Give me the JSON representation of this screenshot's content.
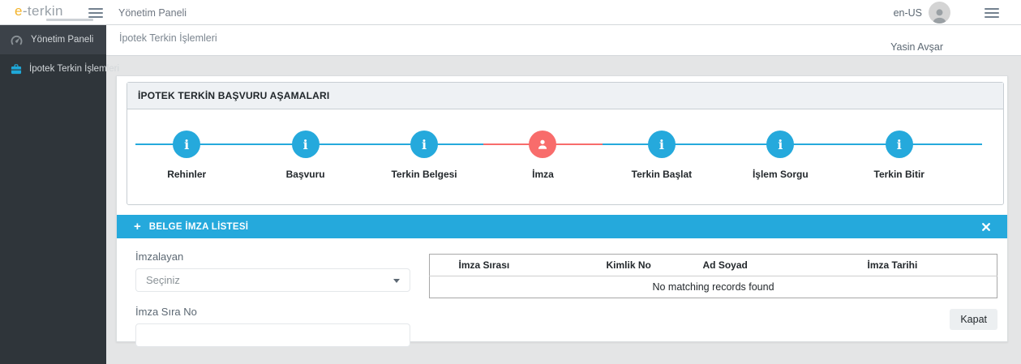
{
  "navbar": {
    "logo": {
      "accent": "e",
      "rest": "-terkin"
    },
    "page_title": "Yönetim Paneli",
    "language": "en-US"
  },
  "sidebar": {
    "items": [
      {
        "label": "Yönetim Paneli",
        "icon": "tachometer-icon"
      },
      {
        "label": "İpotek Terkin İşlemleri",
        "icon": "briefcase-icon"
      }
    ]
  },
  "breadcrumb": {
    "current": "İpotek Terkin İşlemleri"
  },
  "user": {
    "name": "Yasin Avşar"
  },
  "stepper": {
    "title": "İPOTEK TERKİN BAŞVURU AŞAMALARI",
    "info_glyph": "i",
    "steps": [
      {
        "label": "Rehinler",
        "status": "info"
      },
      {
        "label": "Başvuru",
        "status": "info"
      },
      {
        "label": "Terkin Belgesi",
        "status": "info"
      },
      {
        "label": "İmza",
        "status": "current"
      },
      {
        "label": "Terkin Başlat",
        "status": "info"
      },
      {
        "label": "İşlem Sorgu",
        "status": "info"
      },
      {
        "label": "Terkin Bitir",
        "status": "info"
      }
    ]
  },
  "signature_panel": {
    "title": "BELGE İMZA LİSTESİ",
    "plus_glyph": "+",
    "form": {
      "signer_label": "İmzalayan",
      "signer_placeholder": "Seçiniz",
      "order_label": "İmza Sıra No",
      "order_value": ""
    },
    "table": {
      "headers": [
        "",
        "İmza Sırası",
        "Kimlik No",
        "Ad Soyad",
        "İmza Tarihi"
      ],
      "empty_message": "No matching records found"
    },
    "close_button": "Kapat"
  },
  "colors": {
    "accent_blue": "#25a9dc",
    "accent_red": "#f86c6b",
    "sidebar_bg": "#2f353a",
    "logo_accent": "#f3b329"
  }
}
